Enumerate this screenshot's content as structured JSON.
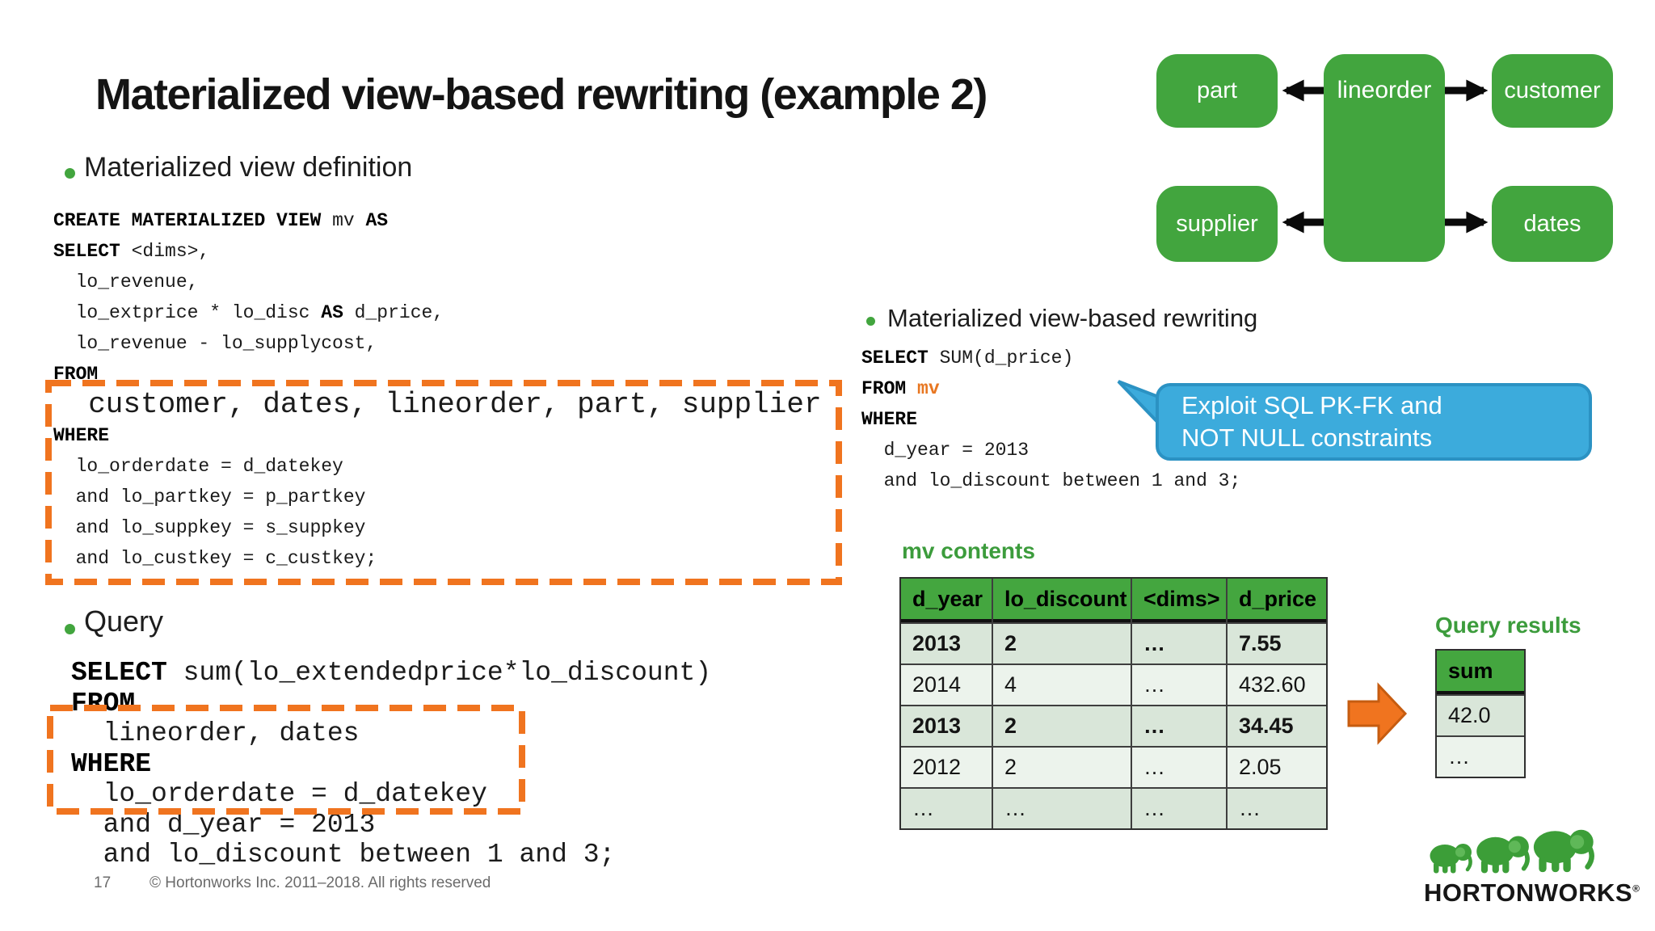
{
  "slide": {
    "title": "Materialized view-based rewriting (example 2)",
    "page_number": "17",
    "copyright": "© Hortonworks Inc. 2011–2018. All rights reserved"
  },
  "colors": {
    "green": "#42a53e",
    "green_dark": "#3c9c3c",
    "orange": "#f0741f",
    "code_orange": "#e87722",
    "blue_fill": "#3cabdc",
    "blue_border": "#2b92c3",
    "row_dark": "#d9e6d9",
    "row_light": "#ecf3ec"
  },
  "bullets": {
    "mv_definition": "Materialized view definition",
    "query": "Query",
    "rewriting": "Materialized view-based rewriting"
  },
  "code_blocks": {
    "mv_definition": {
      "lines": [
        {
          "segs": [
            {
              "t": "CREATE MATERIALIZED VIEW ",
              "b": true
            },
            {
              "t": "mv "
            },
            {
              "t": "AS",
              "b": true
            }
          ]
        },
        {
          "segs": [
            {
              "t": "SELECT ",
              "b": true
            },
            {
              "t": "<dims>,"
            }
          ]
        },
        {
          "segs": [
            {
              "t": "  lo_revenue,"
            }
          ]
        },
        {
          "segs": [
            {
              "t": "  lo_extprice * lo_disc "
            },
            {
              "t": "AS",
              "b": true
            },
            {
              "t": " d_price,"
            }
          ]
        },
        {
          "segs": [
            {
              "t": "  lo_revenue - lo_supplycost,"
            }
          ]
        },
        {
          "segs": [
            {
              "t": "FROM",
              "b": true
            }
          ]
        },
        {
          "segs": [
            {
              "t": "  customer, dates, lineorder, part, supplier"
            }
          ],
          "large": true
        },
        {
          "segs": [
            {
              "t": "WHERE",
              "b": true
            }
          ]
        },
        {
          "segs": [
            {
              "t": "  lo_orderdate = d_datekey"
            }
          ]
        },
        {
          "segs": [
            {
              "t": "  and lo_partkey = p_partkey"
            }
          ]
        },
        {
          "segs": [
            {
              "t": "  and lo_suppkey = s_suppkey"
            }
          ]
        },
        {
          "segs": [
            {
              "t": "  and lo_custkey = c_custkey;"
            }
          ]
        }
      ]
    },
    "query": {
      "lines": [
        {
          "segs": [
            {
              "t": "SELECT ",
              "b": true
            },
            {
              "t": "sum(lo_extendedprice*lo_discount)"
            }
          ]
        },
        {
          "segs": [
            {
              "t": "FROM",
              "b": true
            }
          ]
        },
        {
          "segs": [
            {
              "t": "  lineorder, dates"
            }
          ]
        },
        {
          "segs": [
            {
              "t": "WHERE",
              "b": true
            }
          ]
        },
        {
          "segs": [
            {
              "t": "  lo_orderdate = d_datekey"
            }
          ]
        },
        {
          "segs": [
            {
              "t": "  and d_year = 2013"
            }
          ]
        },
        {
          "segs": [
            {
              "t": "  and lo_discount between 1 and 3;"
            }
          ]
        }
      ]
    },
    "rewriting": {
      "lines": [
        {
          "segs": [
            {
              "t": "SELECT ",
              "b": true
            },
            {
              "t": "SUM(d_price)"
            }
          ]
        },
        {
          "segs": [
            {
              "t": "FROM ",
              "b": true
            },
            {
              "t": "mv",
              "b": true,
              "c": "code_orange"
            }
          ]
        },
        {
          "segs": [
            {
              "t": "WHERE",
              "b": true
            }
          ]
        },
        {
          "segs": [
            {
              "t": "  d_year = 2013"
            }
          ]
        },
        {
          "segs": [
            {
              "t": "  and lo_discount between 1 and 3;"
            }
          ]
        }
      ]
    }
  },
  "diagram": {
    "nodes": [
      {
        "label": "part"
      },
      {
        "label": "lineorder"
      },
      {
        "label": "customer"
      },
      {
        "label": "supplier"
      },
      {
        "label": "dates"
      }
    ]
  },
  "callout": {
    "line1": "Exploit SQL PK-FK and",
    "line2": "NOT NULL constraints"
  },
  "mv_table": {
    "title": "mv contents",
    "columns": [
      "d_year",
      "lo_discount",
      "<dims>",
      "d_price"
    ],
    "rows": [
      {
        "cells": [
          "2013",
          "2",
          "…",
          "7.55"
        ],
        "bold": true
      },
      {
        "cells": [
          "2014",
          "4",
          "…",
          "432.60"
        ],
        "bold": false
      },
      {
        "cells": [
          "2013",
          "2",
          "…",
          "34.45"
        ],
        "bold": true
      },
      {
        "cells": [
          "2012",
          "2",
          "…",
          "2.05"
        ],
        "bold": false
      },
      {
        "cells": [
          "…",
          "…",
          "…",
          "…"
        ],
        "bold": false
      }
    ]
  },
  "results_table": {
    "title": "Query results",
    "columns": [
      "sum"
    ],
    "rows": [
      {
        "cells": [
          "42.0"
        ],
        "bold": false
      },
      {
        "cells": [
          "…"
        ],
        "bold": false
      }
    ]
  },
  "logo": {
    "text": "HORTONWORKS",
    "reg": "®"
  }
}
